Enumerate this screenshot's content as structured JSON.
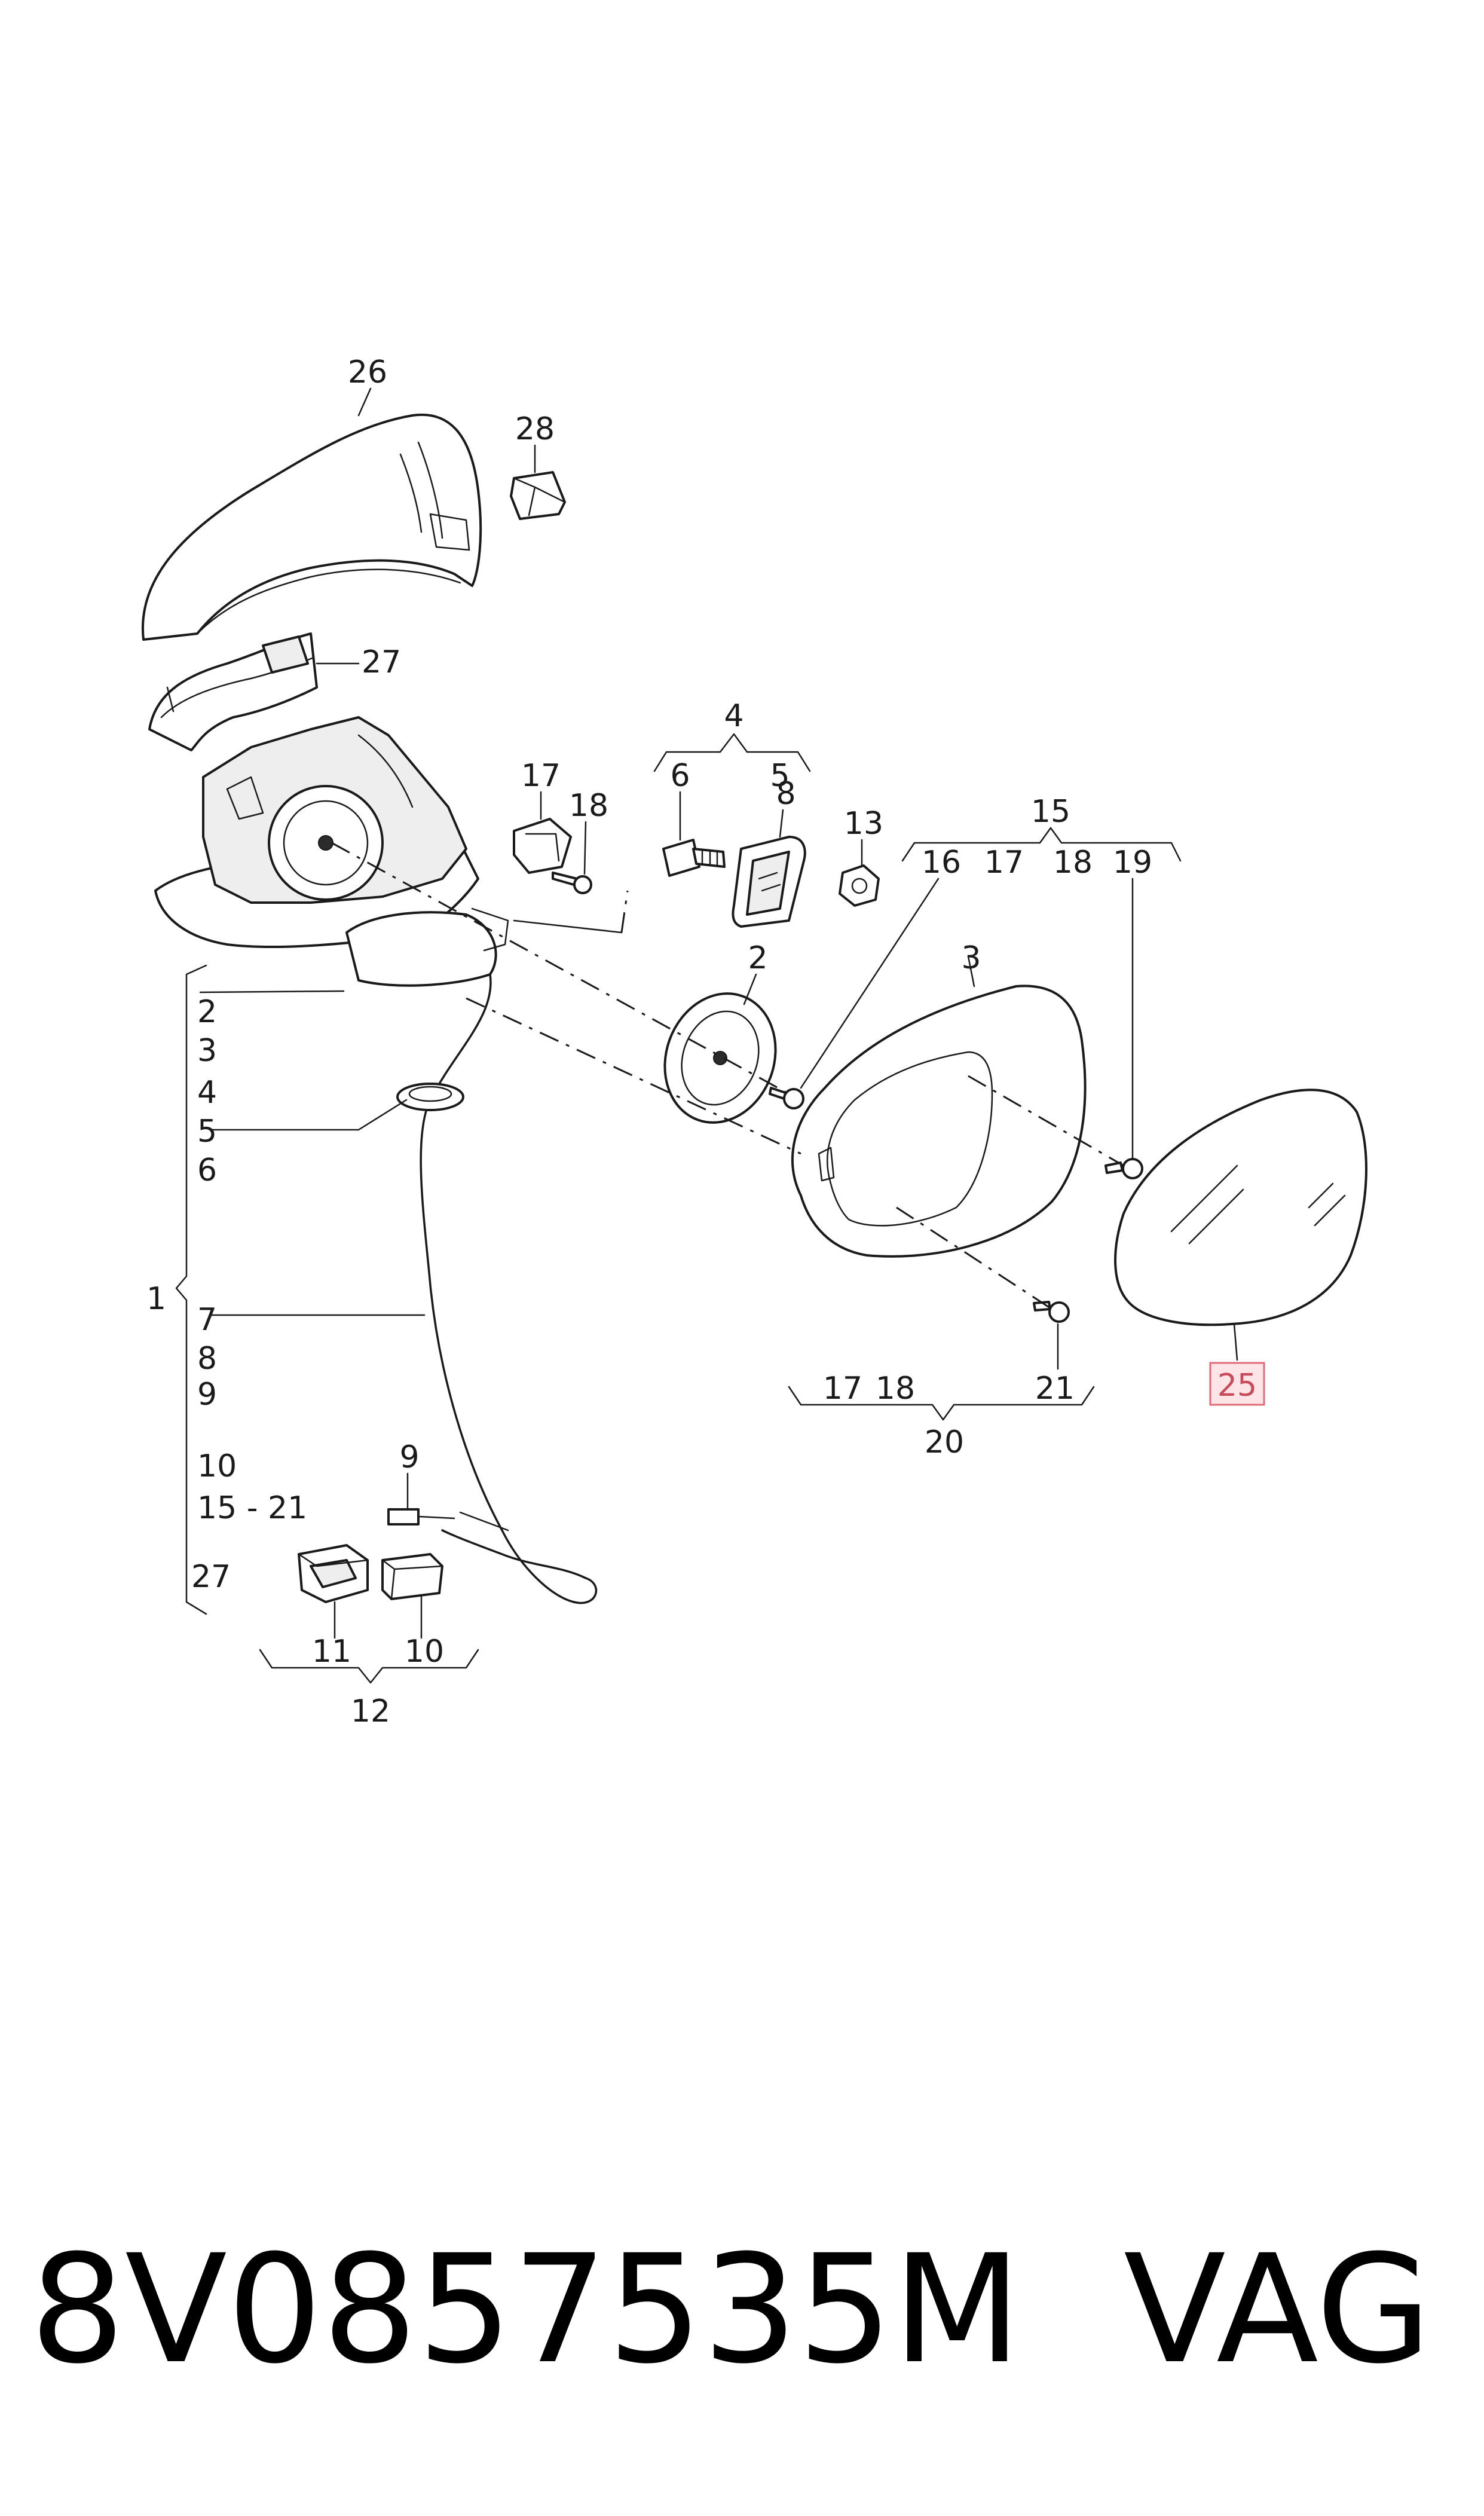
{
  "labels": {
    "l1": "1",
    "l2": "2",
    "l3": "3",
    "l4": "4",
    "l5": "5",
    "l6": "6",
    "l7": "7",
    "l8": "8",
    "l9": "9",
    "l10": "10",
    "l11": "11",
    "l12": "12",
    "l13": "13",
    "l15": "15",
    "l16": "16",
    "l17": "17",
    "l18": "18",
    "l19": "19",
    "l20": "20",
    "l21": "21",
    "l25": "25",
    "l26": "26",
    "l27": "27",
    "l28": "28",
    "l1521": "15 - 21"
  },
  "highlight_color": "#e06a78",
  "footer": {
    "part_number": "8V0857535M",
    "brand": "VAG"
  }
}
